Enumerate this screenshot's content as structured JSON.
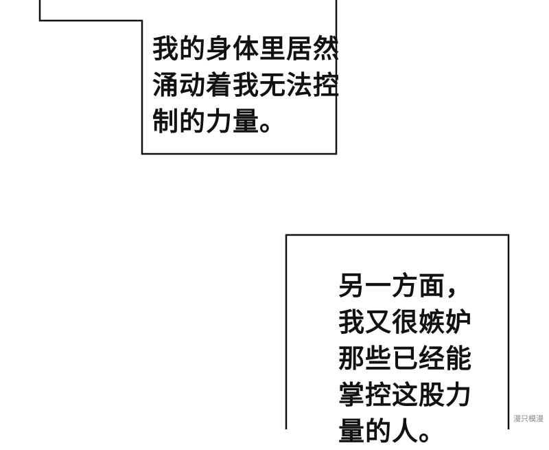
{
  "panel_top": {
    "lines": [
      "我的身体里居然",
      "涌动着我无法控",
      "制的力量。"
    ]
  },
  "panel_bottom": {
    "lines": [
      "另一方面，",
      "我又很嫉妒",
      "那些已经能",
      "掌控这股力",
      "量的人。"
    ]
  },
  "watermark": "漫只模漫"
}
